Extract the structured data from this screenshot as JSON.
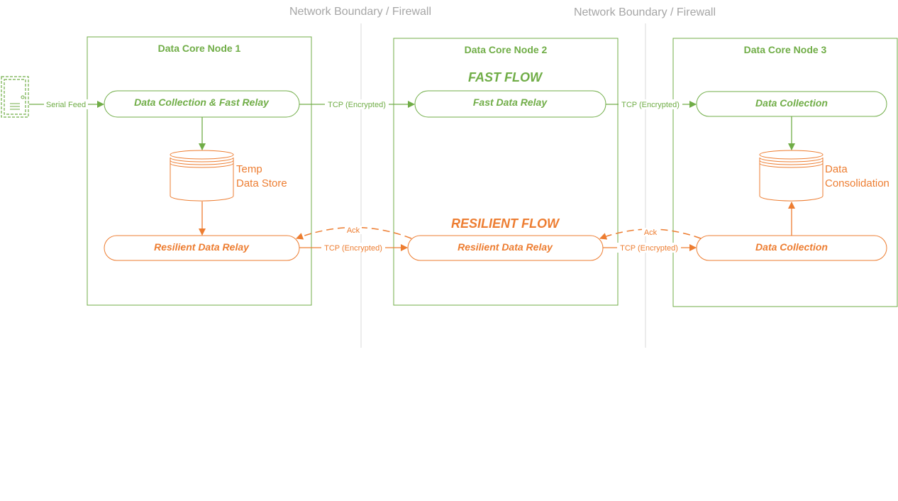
{
  "boundaries": [
    "Network Boundary / Firewall",
    "Network Boundary / Firewall"
  ],
  "nodes": [
    {
      "title": "Data Core Node 1"
    },
    {
      "title": "Data Core Node 2"
    },
    {
      "title": "Data Core Node 3"
    }
  ],
  "flows": {
    "fast": "FAST FLOW",
    "resilient": "RESILIENT FLOW"
  },
  "node1": {
    "fast_relay": "Data Collection & Fast Relay",
    "resilient_relay": "Resilient Data Relay",
    "store": [
      "Temp",
      "Data Store"
    ]
  },
  "node2": {
    "fast_relay": "Fast Data Relay",
    "resilient_relay": "Resilient Data Relay"
  },
  "node3": {
    "fast_collection": "Data Collection",
    "resilient_collection": "Data Collection",
    "store": [
      "Data",
      "Consolidation"
    ]
  },
  "connections": {
    "serial": "Serial Feed",
    "tcp": "TCP (Encrypted)",
    "ack": "Ack"
  },
  "colors": {
    "fast": "#70ad47",
    "resilient": "#ed7d31",
    "boundary": "#a6a6a6"
  }
}
